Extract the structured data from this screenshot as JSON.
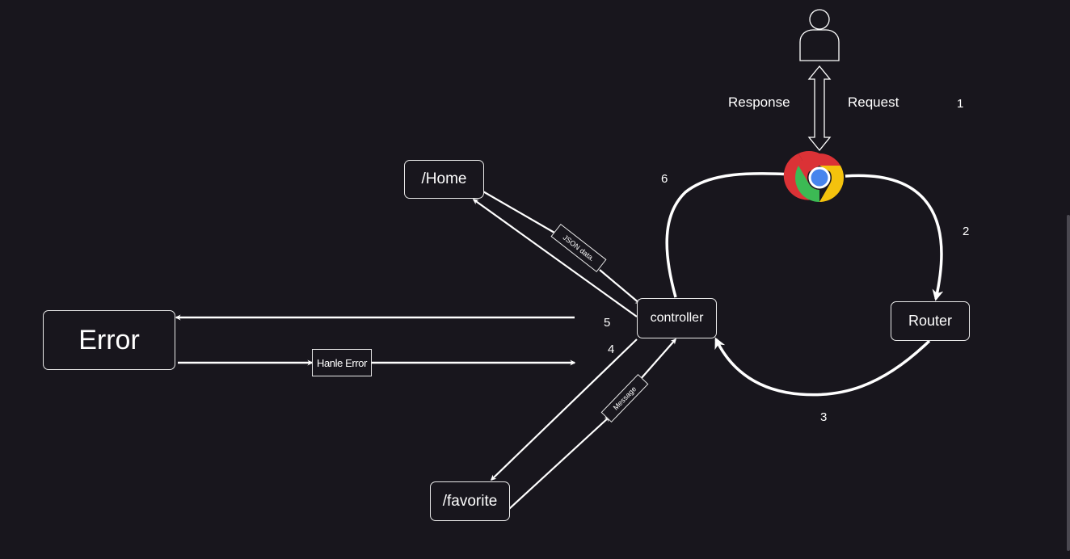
{
  "nodes": {
    "home": "/Home",
    "controller": "controller",
    "router": "Router",
    "error": "Error",
    "favorite": "/favorite"
  },
  "labels": {
    "response": "Response",
    "request": "Request",
    "json_data": "JSON data.",
    "handle_error": "Hanle Error",
    "message": "Message"
  },
  "steps": {
    "s1": "1",
    "s2": "2",
    "s3": "3",
    "s4": "4",
    "s5": "5",
    "s6": "6"
  },
  "icons": {
    "user": "user-icon",
    "browser": "chrome-icon"
  },
  "colors": {
    "background": "#18161d",
    "stroke": "#ffffff",
    "chrome_red": "#db3236",
    "chrome_yellow": "#f4c20d",
    "chrome_green": "#3cba54",
    "chrome_blue": "#4885ed"
  }
}
